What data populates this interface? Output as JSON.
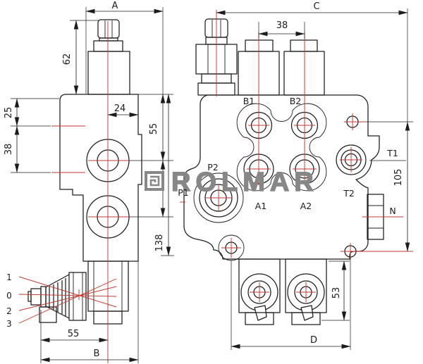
{
  "watermark": {
    "brand": "ROLMAR"
  },
  "side_view": {
    "dim_overall_width": "A",
    "dim_relief_valve_height": "62",
    "dim_flange_hole_top": "25",
    "dim_flange_hole_spacing": "38",
    "dim_spool_to_edge": "24",
    "dim_top_to_first_port": "55",
    "dim_body_height": "138",
    "dim_lever_to_spool": "55",
    "dim_overall_depth": "B",
    "lever_positions": [
      "1",
      "0",
      "2",
      "3"
    ]
  },
  "front_view": {
    "dim_overall_length": "C",
    "dim_port_spacing": "38",
    "dim_mounting_holes_vertical": "105",
    "dim_lever_bracket_height": "53",
    "dim_mounting_holes_horizontal": "D",
    "ports": {
      "b1": "B1",
      "b2": "B2",
      "p1": "P1",
      "p2": "P2",
      "a1": "A1",
      "a2": "A2",
      "t1": "T1",
      "t2": "T2",
      "n": "N"
    }
  },
  "colors": {
    "line": "#1c1c1c",
    "centerline": "#c03a30",
    "watermark": "#878787",
    "background": "#ffffff"
  }
}
